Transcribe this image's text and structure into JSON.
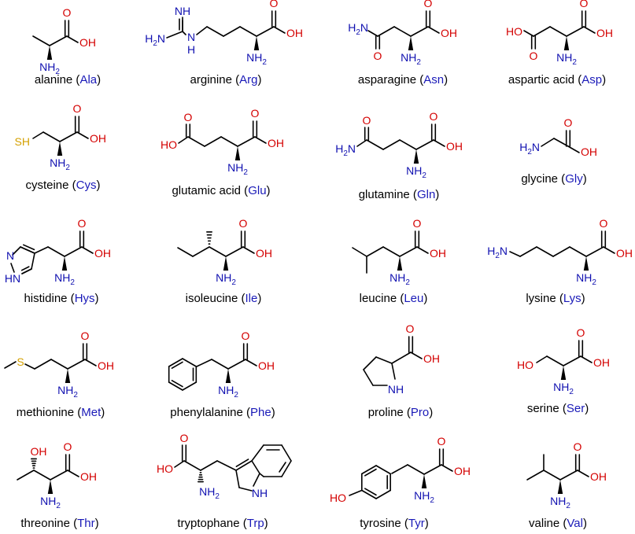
{
  "colors": {
    "oxygen": "#d40000",
    "nitrogen": "#1010b0",
    "sulfur": "#d4a000",
    "carbon": "#000000",
    "abbreviation": "#1a1ab8"
  },
  "amino_acids": [
    {
      "name": "alanine",
      "abbr": "Ala"
    },
    {
      "name": "arginine",
      "abbr": "Arg"
    },
    {
      "name": "asparagine",
      "abbr": "Asn"
    },
    {
      "name": "aspartic acid",
      "abbr": "Asp"
    },
    {
      "name": "cysteine",
      "abbr": "Cys"
    },
    {
      "name": "glutamic acid",
      "abbr": "Glu"
    },
    {
      "name": "glutamine",
      "abbr": "Gln"
    },
    {
      "name": "glycine",
      "abbr": "Gly"
    },
    {
      "name": "histidine",
      "abbr": "Hys"
    },
    {
      "name": "isoleucine",
      "abbr": "Ile"
    },
    {
      "name": "leucine",
      "abbr": "Leu"
    },
    {
      "name": "lysine",
      "abbr": "Lys"
    },
    {
      "name": "methionine",
      "abbr": "Met"
    },
    {
      "name": "phenylalanine",
      "abbr": "Phe"
    },
    {
      "name": "proline",
      "abbr": "Pro"
    },
    {
      "name": "serine",
      "abbr": "Ser"
    },
    {
      "name": "threonine",
      "abbr": "Thr"
    },
    {
      "name": "tryptophane",
      "abbr": "Trp"
    },
    {
      "name": "tyrosine",
      "abbr": "Tyr"
    },
    {
      "name": "valine",
      "abbr": "Val"
    }
  ],
  "atom_labels": {
    "oxygen": "O",
    "hydroxyl": "OH",
    "hydroxyl_left": "HO",
    "amine": "NH",
    "amine_sub": "2",
    "amide_left": "H",
    "amide_n": "N",
    "imine": "NH",
    "secondary_amine": "N",
    "ring_nh": "NH",
    "ring_hn": "HN",
    "ring_n": "N",
    "sulfur": "S",
    "thiol": "SH",
    "nh_h": "H"
  }
}
